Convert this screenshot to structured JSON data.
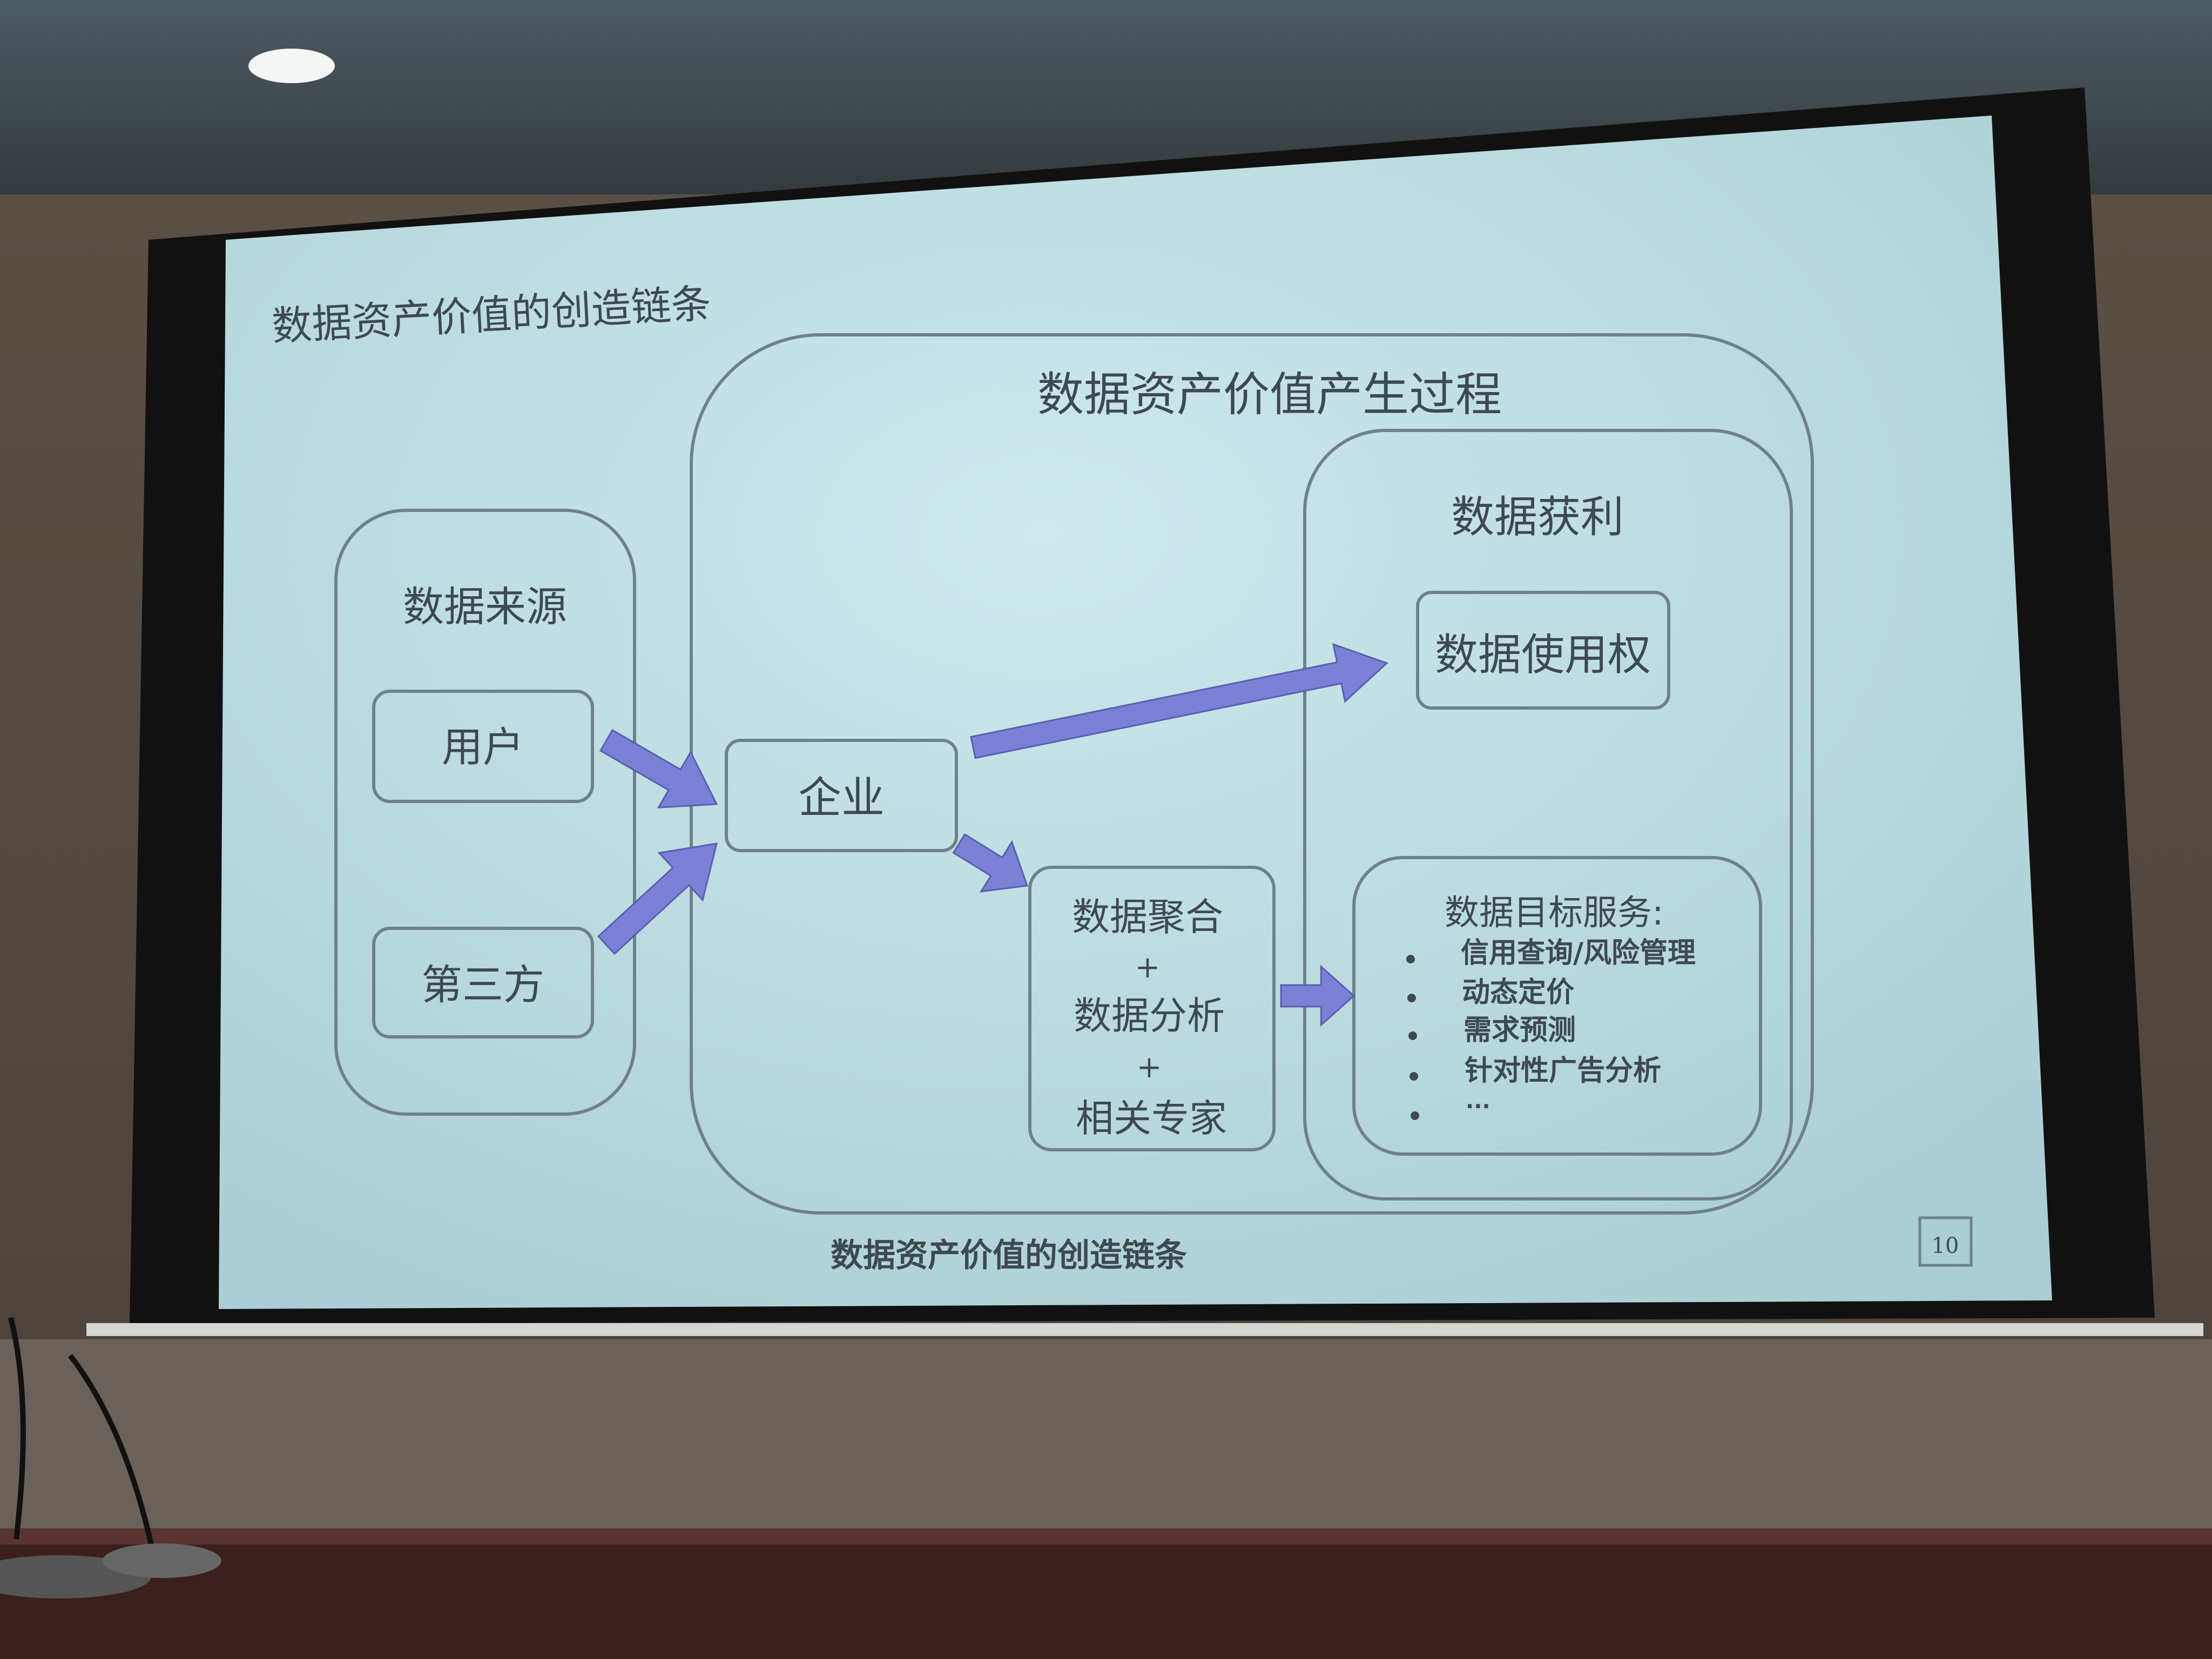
{
  "slide": {
    "title": "数据资产价值的创造链条",
    "process_title": "数据资产价值产生过程",
    "source": {
      "label": "数据来源",
      "items": [
        "用户",
        "第三方"
      ]
    },
    "enterprise": "企业",
    "aggregation": {
      "lines": [
        "数据聚合",
        "+",
        "数据分析",
        "+",
        "相关专家"
      ]
    },
    "profit": {
      "label": "数据获利",
      "usage_right": "数据使用权",
      "services_title": "数据目标服务:",
      "services": [
        "信用查询/风险管理",
        "动态定价",
        "需求预测",
        "针对性广告分析",
        "···"
      ]
    },
    "caption": "数据资产价值的创造链条",
    "page_number": "10"
  },
  "colors": {
    "slide_bg": "#bfdfe3",
    "arrow": "#7b7fd6",
    "box_stroke": "#6e8289"
  }
}
